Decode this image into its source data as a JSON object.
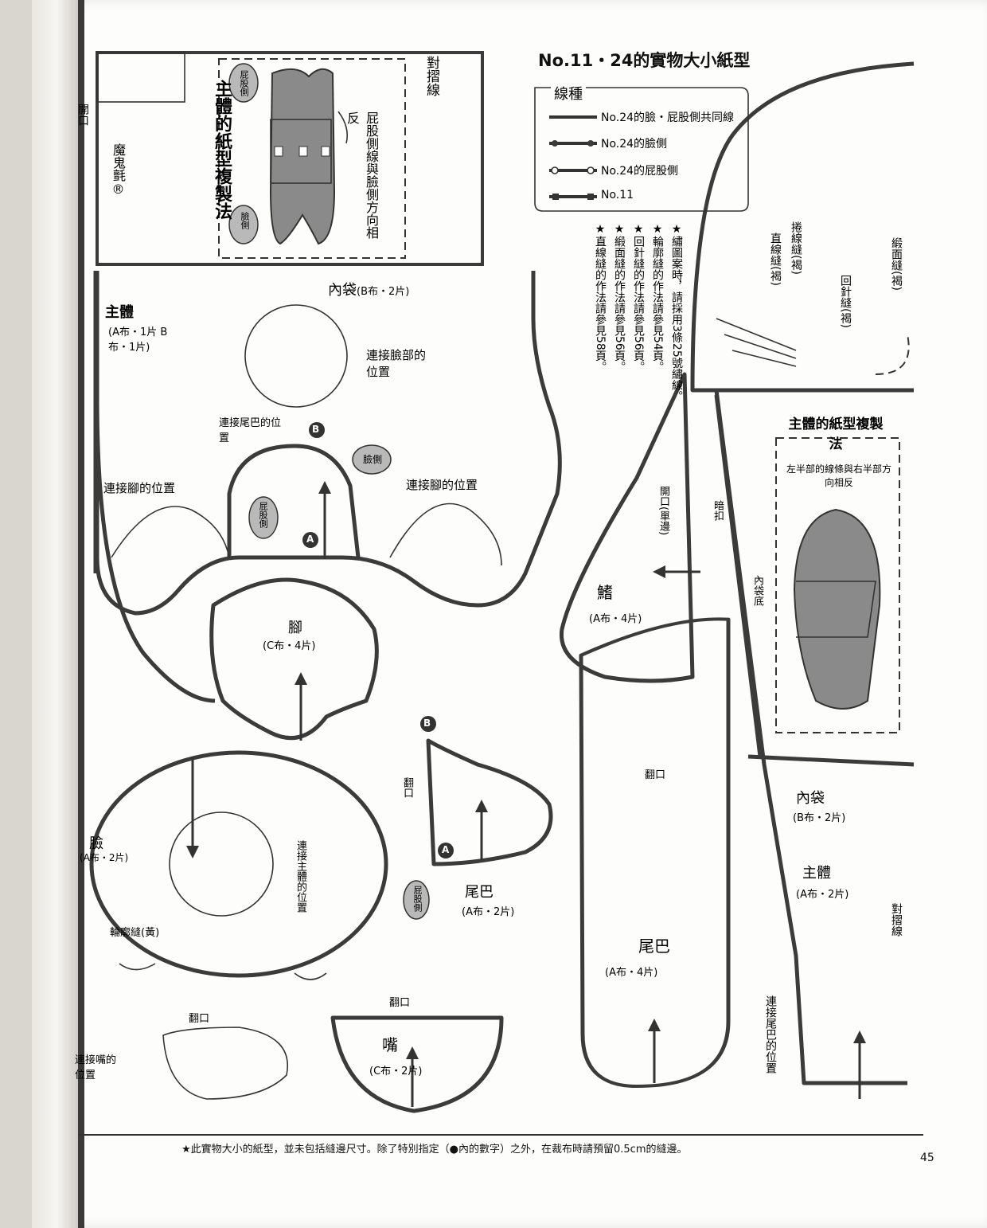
{
  "title": "No.11・24的實物大小紙型",
  "page_number": "45",
  "footer_note": "★此實物大小的紙型，並未包括縫邊尺寸。除了特別指定（●內的數字）之外，在裁布時請預留0.5cm的縫邊。",
  "legend": {
    "heading": "線種",
    "items": [
      {
        "label": "No.24的臉・屁股側共同線",
        "style": "solid"
      },
      {
        "label": "No.24的臉側",
        "style": "filled-dot"
      },
      {
        "label": "No.24的屁股側",
        "style": "open-dot"
      },
      {
        "label": "No.11",
        "style": "square"
      }
    ]
  },
  "notes": [
    "★繡圖案時，請採用3條25號繡線。",
    "★輪廓縫的作法請參見54頁。",
    "★回針縫的作法請參見56頁。",
    "★緞面縫的作法請參見56頁。",
    "★直線縫的作法請參見58頁。"
  ],
  "labels": {
    "kai_kou": "開口",
    "magic_tape": "魔鬼氈®",
    "copy_method": "主體的紙型複製法",
    "butt_side": "屁股側",
    "face_side": "臉側",
    "opposite_dir": "屁股側線與臉側方向相反",
    "fold_line": "對摺線",
    "inner_pocket": "內袋",
    "inner_pocket_fabric": "(B布・2片)",
    "main_body": "主體",
    "main_body_fabric_ab": "(A布・1片 B布・1片)",
    "connect_face": "連接臉部的位置",
    "connect_tail": "連接尾巴的位置",
    "connect_foot_left": "連接腳的位置",
    "connect_foot_right": "連接腳的位置",
    "foot": "腳",
    "foot_fabric": "(C布・4片)",
    "face": "臉",
    "face_fabric": "(A布・2片)",
    "connect_body": "連接主體的位置",
    "outline_stitch": "輪廓縫(黃)",
    "turn_opening": "翻口",
    "connect_mouth": "連接嘴的位置",
    "mouth": "嘴",
    "mouth_fabric": "(C布・2片)",
    "tail_small": "尾巴",
    "tail_small_fabric": "(A布・2片)",
    "tail_big": "尾巴",
    "tail_big_fabric": "(A布・4片)",
    "fin": "鰭",
    "fin_fabric": "(A布・4片)",
    "opening_single": "開口(單邊)",
    "snap": "暗扣",
    "pocket_bottom": "內袋底",
    "straight_stitch": "直線縫(褐)",
    "chain_stitch": "捲線縫(褐)",
    "back_stitch": "回針縫(褐)",
    "satin_stitch": "緞面縫(褐)",
    "copy_method_right": "主體的紙型複製法",
    "copy_note_right": "左半部的線條與右半部方向相反",
    "inner_pocket_r": "內袋",
    "inner_pocket_r_fabric": "(B布・2片)",
    "main_body_r": "主體",
    "main_body_r_fabric": "(A布・2片)",
    "fold_line_r": "對摺線",
    "connect_tail_r": "連接尾巴的位置",
    "badge_a": "A",
    "badge_b": "B"
  }
}
